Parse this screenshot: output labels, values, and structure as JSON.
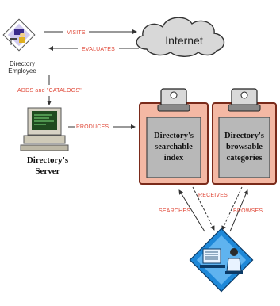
{
  "nodes": {
    "employee_label_line1": "Directory",
    "employee_label_line2": "Employee",
    "cloud_label": "Internet",
    "server_label_line1": "Directory's",
    "server_label_line2": "Server",
    "index_label_line1": "Directory's",
    "index_label_line2": "searchable",
    "index_label_line3": "index",
    "categories_label_line1": "Directory's",
    "categories_label_line2": "browsable",
    "categories_label_line3": "categories"
  },
  "edges": {
    "visits": "VISITS",
    "evaluates": "EVALUATES",
    "adds": "ADDS and \"CATALOGS\"",
    "produces": "PRODUCES",
    "receives": "RECEIVES",
    "searches": "SEARCHES",
    "browses": "BROWSES"
  },
  "colors": {
    "clipboard_fill": "#f4b8a4",
    "clipboard_border": "#7a2a1a",
    "paper_fill": "#b8b8b8",
    "label_red": "#e04a3a",
    "user_diamond": "#1e88d8"
  },
  "icons": {
    "employee": "worker-at-desk-icon",
    "cloud": "cloud-icon",
    "server": "computer-icon",
    "clipboard": "clipboard-icon",
    "user": "user-at-computer-icon"
  }
}
